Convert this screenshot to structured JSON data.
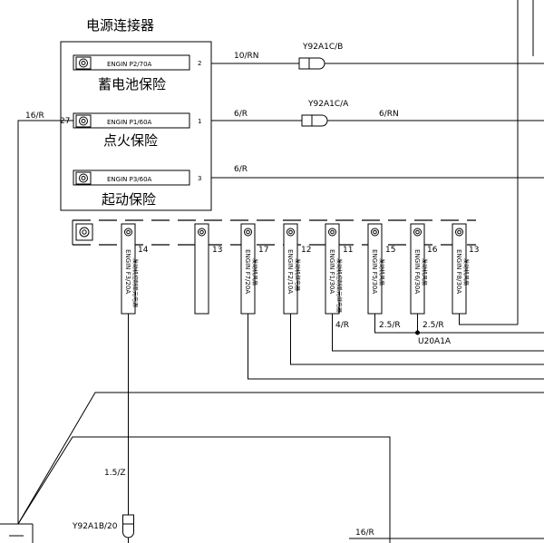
{
  "title": "电源连接器",
  "main_fuses": [
    {
      "label": "ENGIN P2/70A",
      "pin": "2",
      "desc": "蓄电池保险"
    },
    {
      "label": "ENGIN P1/60A",
      "pin": "1",
      "desc": "点火保险"
    },
    {
      "label": "ENGIN P3/60A",
      "pin": "3",
      "desc": "起动保险"
    }
  ],
  "left_pin": "27",
  "wires": {
    "w_16r_top": "16/R",
    "w_10rn": "10/RN",
    "w_6r_a": "6/R",
    "w_6rn": "6/RN",
    "w_6r_b": "6/R",
    "w_4r": "4/R",
    "w_25r_a": "2.5/R",
    "w_25r_b": "2.5/R",
    "w_15z": "1.5/Z",
    "w_16r_bottom": "16/R"
  },
  "connectors": {
    "c_y92a1c_b": "Y92A1C/B",
    "c_y92a1c_a": "Y92A1C/A",
    "c_u20a1a": "U20A1A",
    "c_y92a1b": "Y92A1B/20"
  },
  "fuse_row": [
    {
      "pin": "14",
      "label": "ENGIN F3/20A",
      "desc": "发动机控制单元电源"
    },
    {
      "pin": "13",
      "label": "",
      "desc": ""
    },
    {
      "pin": "17",
      "label": "ENGIN F7/20A",
      "desc": "发动机风扇"
    },
    {
      "pin": "12",
      "label": "ENGIN F2/10A",
      "desc": "发动机继电器"
    },
    {
      "pin": "11",
      "label": "ENGIN F1/30A",
      "desc": "发动机控制单元继电器"
    },
    {
      "pin": "15",
      "label": "ENGIN F5/30A",
      "desc": "发动机风扇"
    },
    {
      "pin": "16",
      "label": "ENGIN F6/30A",
      "desc": "发动机风扇"
    },
    {
      "pin": "13",
      "label": "ENGIN F8/30A",
      "desc": "发动机风扇"
    }
  ]
}
